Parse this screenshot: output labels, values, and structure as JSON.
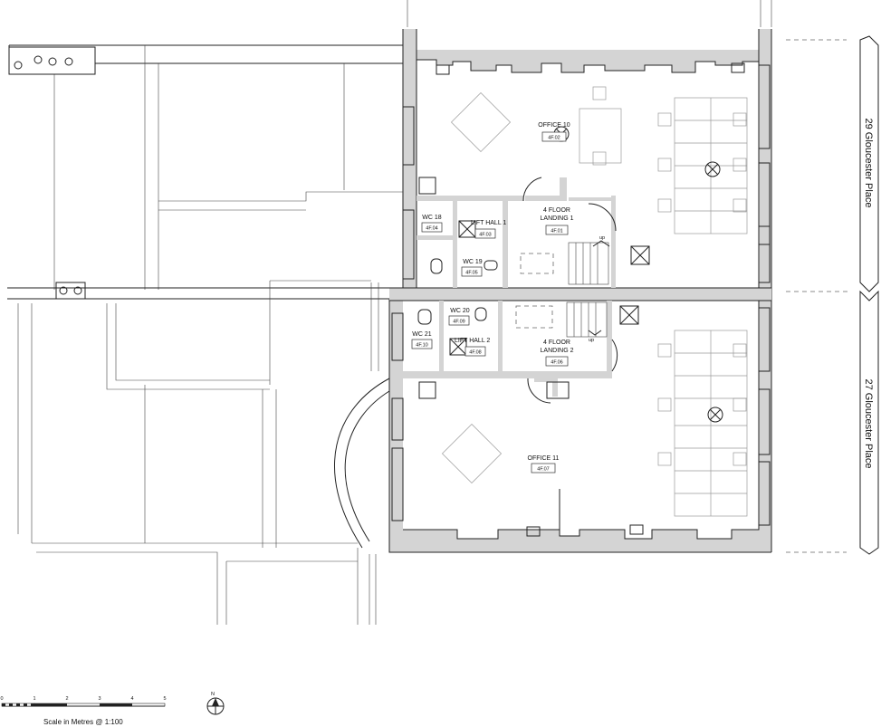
{
  "rooms": {
    "office10": {
      "name": "OFFICE 10",
      "code": "4F.02"
    },
    "office11": {
      "name": "OFFICE 11",
      "code": "4F.07"
    },
    "landing1": {
      "line1": "4 FLOOR",
      "line2": "LANDING 1",
      "code": "4F.01"
    },
    "landing2": {
      "line1": "4 FLOOR",
      "line2": "LANDING 2",
      "code": "4F.06"
    },
    "lift1": {
      "name": "LIFT HALL 1",
      "code": "4F.03"
    },
    "lift2": {
      "name": "LIFT HALL 2",
      "code": "4F.08"
    },
    "wc18": {
      "name": "WC 18",
      "code": "4F.04"
    },
    "wc19": {
      "name": "WC 19",
      "code": "4F.05"
    },
    "wc20": {
      "name": "WC 20",
      "code": "4F.09"
    },
    "wc21": {
      "name": "WC 21",
      "code": "4F.10"
    }
  },
  "streets": {
    "top": "29 Gloucester Place",
    "bottom": "27 Gloucester Place"
  },
  "stairs": {
    "up_label": "up"
  },
  "scale": {
    "label": "Scale in Metres @ 1:100",
    "ticks": [
      "0",
      "1",
      "2",
      "3",
      "4",
      "5"
    ]
  },
  "north": {
    "label": "N"
  }
}
